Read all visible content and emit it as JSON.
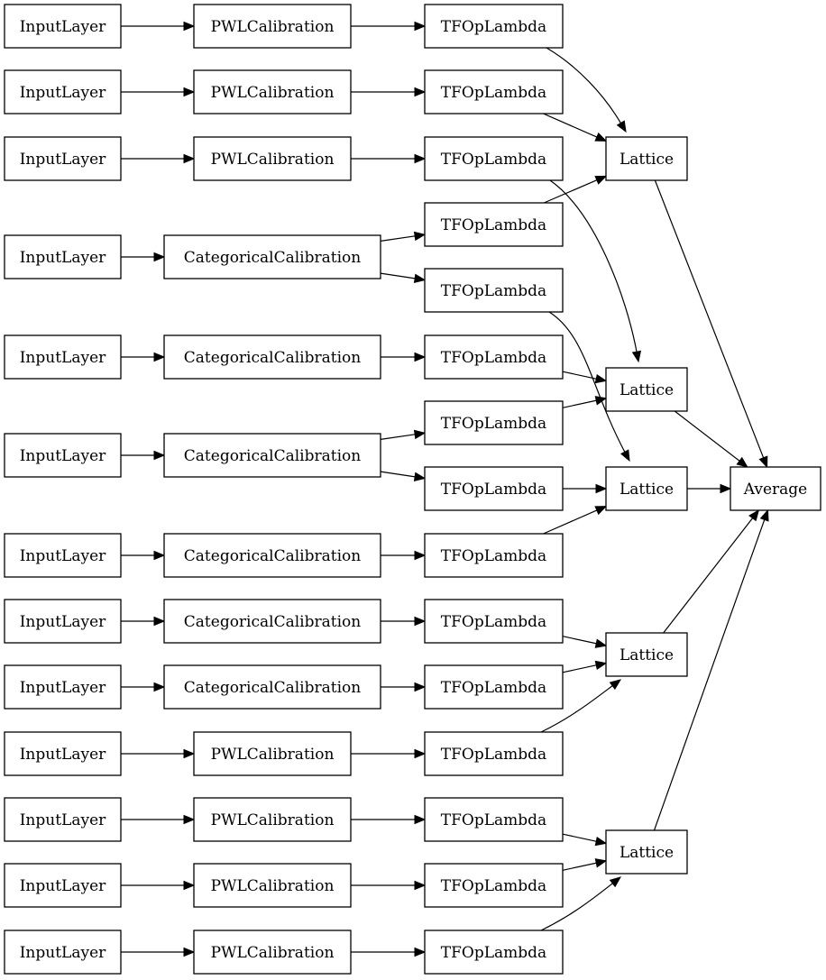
{
  "nodes": [
    {
      "id": "input_1",
      "label": "InputLayer"
    },
    {
      "id": "input_2",
      "label": "InputLayer"
    },
    {
      "id": "input_3",
      "label": "InputLayer"
    },
    {
      "id": "input_4",
      "label": "InputLayer"
    },
    {
      "id": "input_5",
      "label": "InputLayer"
    },
    {
      "id": "input_6",
      "label": "InputLayer"
    },
    {
      "id": "input_7",
      "label": "InputLayer"
    },
    {
      "id": "input_8",
      "label": "InputLayer"
    },
    {
      "id": "input_9",
      "label": "InputLayer"
    },
    {
      "id": "input_10",
      "label": "InputLayer"
    },
    {
      "id": "input_11",
      "label": "InputLayer"
    },
    {
      "id": "input_12",
      "label": "InputLayer"
    },
    {
      "id": "input_13",
      "label": "InputLayer"
    },
    {
      "id": "calib_1",
      "label": "PWLCalibration"
    },
    {
      "id": "calib_2",
      "label": "PWLCalibration"
    },
    {
      "id": "calib_3",
      "label": "PWLCalibration"
    },
    {
      "id": "calib_4",
      "label": "CategoricalCalibration"
    },
    {
      "id": "calib_5",
      "label": "CategoricalCalibration"
    },
    {
      "id": "calib_6",
      "label": "CategoricalCalibration"
    },
    {
      "id": "calib_7",
      "label": "CategoricalCalibration"
    },
    {
      "id": "calib_8",
      "label": "CategoricalCalibration"
    },
    {
      "id": "calib_9",
      "label": "CategoricalCalibration"
    },
    {
      "id": "calib_10",
      "label": "PWLCalibration"
    },
    {
      "id": "calib_11",
      "label": "PWLCalibration"
    },
    {
      "id": "calib_12",
      "label": "PWLCalibration"
    },
    {
      "id": "calib_13",
      "label": "PWLCalibration"
    },
    {
      "id": "tfop_1",
      "label": "TFOpLambda"
    },
    {
      "id": "tfop_2",
      "label": "TFOpLambda"
    },
    {
      "id": "tfop_3",
      "label": "TFOpLambda"
    },
    {
      "id": "tfop_4a",
      "label": "TFOpLambda"
    },
    {
      "id": "tfop_4b",
      "label": "TFOpLambda"
    },
    {
      "id": "tfop_5",
      "label": "TFOpLambda"
    },
    {
      "id": "tfop_6a",
      "label": "TFOpLambda"
    },
    {
      "id": "tfop_6b",
      "label": "TFOpLambda"
    },
    {
      "id": "tfop_7",
      "label": "TFOpLambda"
    },
    {
      "id": "tfop_8",
      "label": "TFOpLambda"
    },
    {
      "id": "tfop_9",
      "label": "TFOpLambda"
    },
    {
      "id": "tfop_10",
      "label": "TFOpLambda"
    },
    {
      "id": "tfop_11",
      "label": "TFOpLambda"
    },
    {
      "id": "tfop_12",
      "label": "TFOpLambda"
    },
    {
      "id": "tfop_13",
      "label": "TFOpLambda"
    },
    {
      "id": "lattice_1",
      "label": "Lattice"
    },
    {
      "id": "lattice_2",
      "label": "Lattice"
    },
    {
      "id": "lattice_3",
      "label": "Lattice"
    },
    {
      "id": "lattice_4",
      "label": "Lattice"
    },
    {
      "id": "lattice_5",
      "label": "Lattice"
    },
    {
      "id": "average",
      "label": "Average"
    }
  ],
  "edges": [
    {
      "from": "input_1",
      "to": "calib_1"
    },
    {
      "from": "input_2",
      "to": "calib_2"
    },
    {
      "from": "input_3",
      "to": "calib_3"
    },
    {
      "from": "input_4",
      "to": "calib_4"
    },
    {
      "from": "input_5",
      "to": "calib_5"
    },
    {
      "from": "input_6",
      "to": "calib_6"
    },
    {
      "from": "input_7",
      "to": "calib_7"
    },
    {
      "from": "input_8",
      "to": "calib_8"
    },
    {
      "from": "input_9",
      "to": "calib_9"
    },
    {
      "from": "input_10",
      "to": "calib_10"
    },
    {
      "from": "input_11",
      "to": "calib_11"
    },
    {
      "from": "input_12",
      "to": "calib_12"
    },
    {
      "from": "input_13",
      "to": "calib_13"
    },
    {
      "from": "calib_1",
      "to": "tfop_1"
    },
    {
      "from": "calib_2",
      "to": "tfop_2"
    },
    {
      "from": "calib_3",
      "to": "tfop_3"
    },
    {
      "from": "calib_4",
      "to": "tfop_4a"
    },
    {
      "from": "calib_4",
      "to": "tfop_4b"
    },
    {
      "from": "calib_5",
      "to": "tfop_5"
    },
    {
      "from": "calib_6",
      "to": "tfop_6a"
    },
    {
      "from": "calib_6",
      "to": "tfop_6b"
    },
    {
      "from": "calib_7",
      "to": "tfop_7"
    },
    {
      "from": "calib_8",
      "to": "tfop_8"
    },
    {
      "from": "calib_9",
      "to": "tfop_9"
    },
    {
      "from": "calib_10",
      "to": "tfop_10"
    },
    {
      "from": "calib_11",
      "to": "tfop_11"
    },
    {
      "from": "calib_12",
      "to": "tfop_12"
    },
    {
      "from": "calib_13",
      "to": "tfop_13"
    },
    {
      "from": "tfop_1",
      "to": "lattice_1"
    },
    {
      "from": "tfop_2",
      "to": "lattice_1"
    },
    {
      "from": "tfop_4a",
      "to": "lattice_1"
    },
    {
      "from": "tfop_3",
      "to": "lattice_2"
    },
    {
      "from": "tfop_5",
      "to": "lattice_2"
    },
    {
      "from": "tfop_6a",
      "to": "lattice_2"
    },
    {
      "from": "tfop_4b",
      "to": "lattice_3"
    },
    {
      "from": "tfop_6b",
      "to": "lattice_3"
    },
    {
      "from": "tfop_7",
      "to": "lattice_3"
    },
    {
      "from": "tfop_8",
      "to": "lattice_4"
    },
    {
      "from": "tfop_9",
      "to": "lattice_4"
    },
    {
      "from": "tfop_10",
      "to": "lattice_4"
    },
    {
      "from": "tfop_11",
      "to": "lattice_5"
    },
    {
      "from": "tfop_12",
      "to": "lattice_5"
    },
    {
      "from": "tfop_13",
      "to": "lattice_5"
    },
    {
      "from": "lattice_1",
      "to": "average"
    },
    {
      "from": "lattice_2",
      "to": "average"
    },
    {
      "from": "lattice_3",
      "to": "average"
    },
    {
      "from": "lattice_4",
      "to": "average"
    },
    {
      "from": "lattice_5",
      "to": "average"
    }
  ]
}
